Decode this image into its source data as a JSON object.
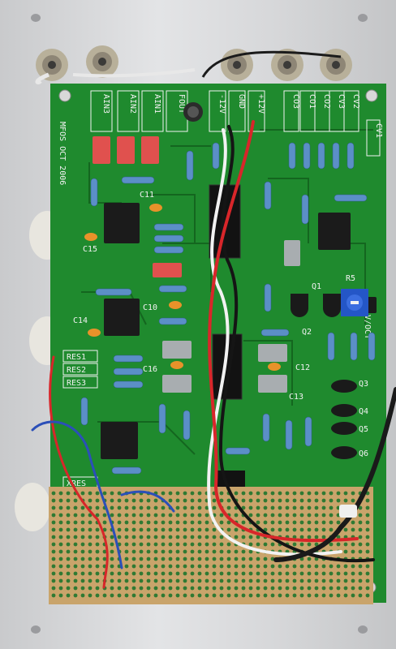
{
  "board": {
    "vertical_label": "MFOS OCT 2006",
    "top_labels": [
      "AIN3",
      "AIN2",
      "AIN1",
      "FOUT",
      "-12V",
      "GND",
      "+12V",
      "CO3",
      "CO1",
      "CO2",
      "CV3",
      "CV2",
      "CV1"
    ],
    "side_labels": [
      "RES1",
      "RES2",
      "RES3",
      "XRES"
    ],
    "component_labels": [
      "C11",
      "C15",
      "C14",
      "C10",
      "C16",
      "C12",
      "C13",
      "Q1",
      "Q2",
      "Q3",
      "Q4",
      "Q5",
      "Q6",
      "R5",
      "V/OCT"
    ]
  },
  "colors": {
    "pcb": "#1f8a2e",
    "pcb_dark": "#14661f",
    "panel": "#d6d7d9",
    "perfboard": "#c9a46b",
    "wire_red": "#d8262a",
    "wire_blue": "#2b4fb8",
    "wire_white": "#f2f2f2",
    "wire_black": "#151515"
  }
}
